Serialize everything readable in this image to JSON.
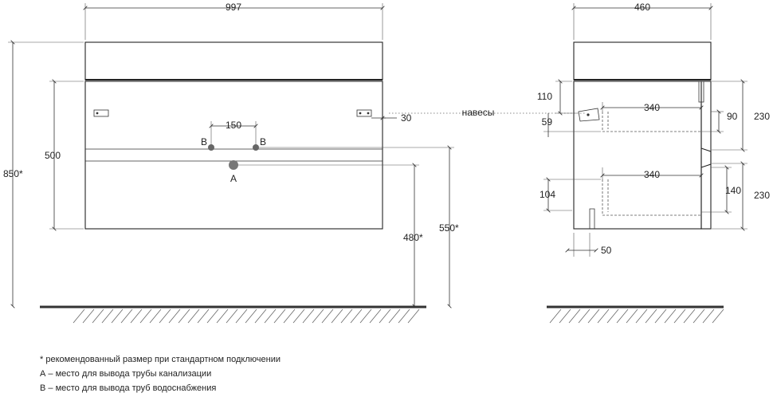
{
  "front": {
    "width_label": "997",
    "height_label": "850*",
    "facade_label": "500",
    "bracket_label": "30",
    "pipes_spacing_label": "150",
    "water_label_left": "B",
    "water_label_right": "B",
    "drain_label": "A",
    "drain_height_label": "480*",
    "water_height_label": "550*"
  },
  "side": {
    "depth_label": "460",
    "hinges_label": "навесы",
    "top_offset_label": "110",
    "hinge_offset_label": "59",
    "drawer1_depth_label": "340",
    "drawer1_inner_label": "90",
    "drawer1_front_label": "230",
    "drawer2_depth_label": "340",
    "drawer2_inner_label": "140",
    "drawer2_front_label": "230",
    "bottom_offset_label": "104",
    "leg_offset_label": "50"
  },
  "notes": {
    "asterisk": "* рекомендованный размер при стандартном подключении",
    "a_note": "А – место для вывода трубы канализации",
    "b_note": "В – место для вывода труб водоснабжения"
  },
  "colors": {
    "lines": "#222222",
    "pipe": "#666666"
  }
}
